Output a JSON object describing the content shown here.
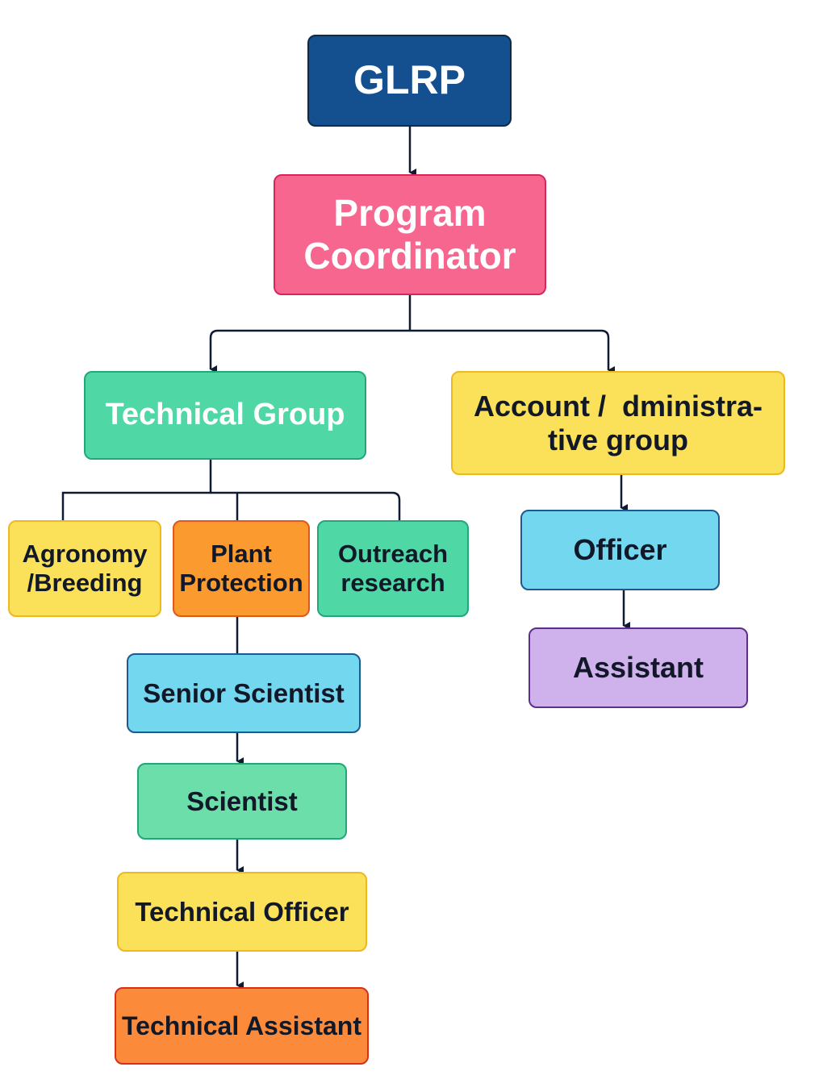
{
  "chart": {
    "title": "GLRP",
    "nodes": {
      "glrp": {
        "label": "GLRP",
        "fill": "#14508F",
        "border": "#0D2A4A",
        "text": "#FFFFFF"
      },
      "coordinator": {
        "label": "Program Coordinator",
        "fill": "#F7668F",
        "border": "#D7265A",
        "text": "#FFFFFF"
      },
      "technical_group": {
        "label": "Technical Group",
        "fill": "#4FD8A6",
        "border": "#22A878",
        "text": "#FFFFFF"
      },
      "admin_group": {
        "label": "Account / dministra-tive group",
        "line1": "Account /  dministra-",
        "line2": "tive group",
        "fill": "#FBE05A",
        "border": "#EDB920",
        "text": "#111827"
      },
      "agronomy": {
        "label": "Agronomy /Breeding",
        "line1": "Agronomy",
        "line2": "/Breeding",
        "fill": "#FBE05A",
        "border": "#EDB920",
        "text": "#111827"
      },
      "plant_protection": {
        "label": "Plant Protection",
        "line1": "Plant",
        "line2": "Protection",
        "fill": "#FB9A2E",
        "border": "#E0581A",
        "text": "#111827"
      },
      "outreach": {
        "label": "Outreach research",
        "line1": "Outreach",
        "line2": "research",
        "fill": "#4FD8A6",
        "border": "#22A878",
        "text": "#111827"
      },
      "officer": {
        "label": "Officer",
        "fill": "#72D7EF",
        "border": "#1D5A8E",
        "text": "#111827"
      },
      "assistant": {
        "label": "Assistant",
        "fill": "#CFB2EC",
        "border": "#5B2F8A",
        "text": "#111827"
      },
      "senior_scientist": {
        "label": "Senior Scientist",
        "fill": "#72D7EF",
        "border": "#1D5A8E",
        "text": "#111827"
      },
      "scientist": {
        "label": "Scientist",
        "fill": "#6BDEAA",
        "border": "#22A878",
        "text": "#111827"
      },
      "technical_officer": {
        "label": "Technical Officer",
        "fill": "#FBE05A",
        "border": "#EDB920",
        "text": "#111827"
      },
      "technical_assistant": {
        "label": "Technical Assistant",
        "fill": "#FB8A3A",
        "border": "#D9301E",
        "text": "#111827"
      }
    },
    "edges": [
      [
        "GLRP",
        "Program Coordinator"
      ],
      [
        "Program Coordinator",
        "Technical Group"
      ],
      [
        "Program Coordinator",
        "Account / dministra-tive group"
      ],
      [
        "Technical Group",
        "Agronomy /Breeding"
      ],
      [
        "Technical Group",
        "Plant Protection"
      ],
      [
        "Technical Group",
        "Outreach research"
      ],
      [
        "Plant Protection",
        "Senior Scientist"
      ],
      [
        "Senior Scientist",
        "Scientist"
      ],
      [
        "Scientist",
        "Technical Officer"
      ],
      [
        "Technical Officer",
        "Technical Assistant"
      ],
      [
        "Account / dministra-tive group",
        "Officer"
      ],
      [
        "Officer",
        "Assistant"
      ]
    ],
    "line_color": "#0F1B33"
  }
}
